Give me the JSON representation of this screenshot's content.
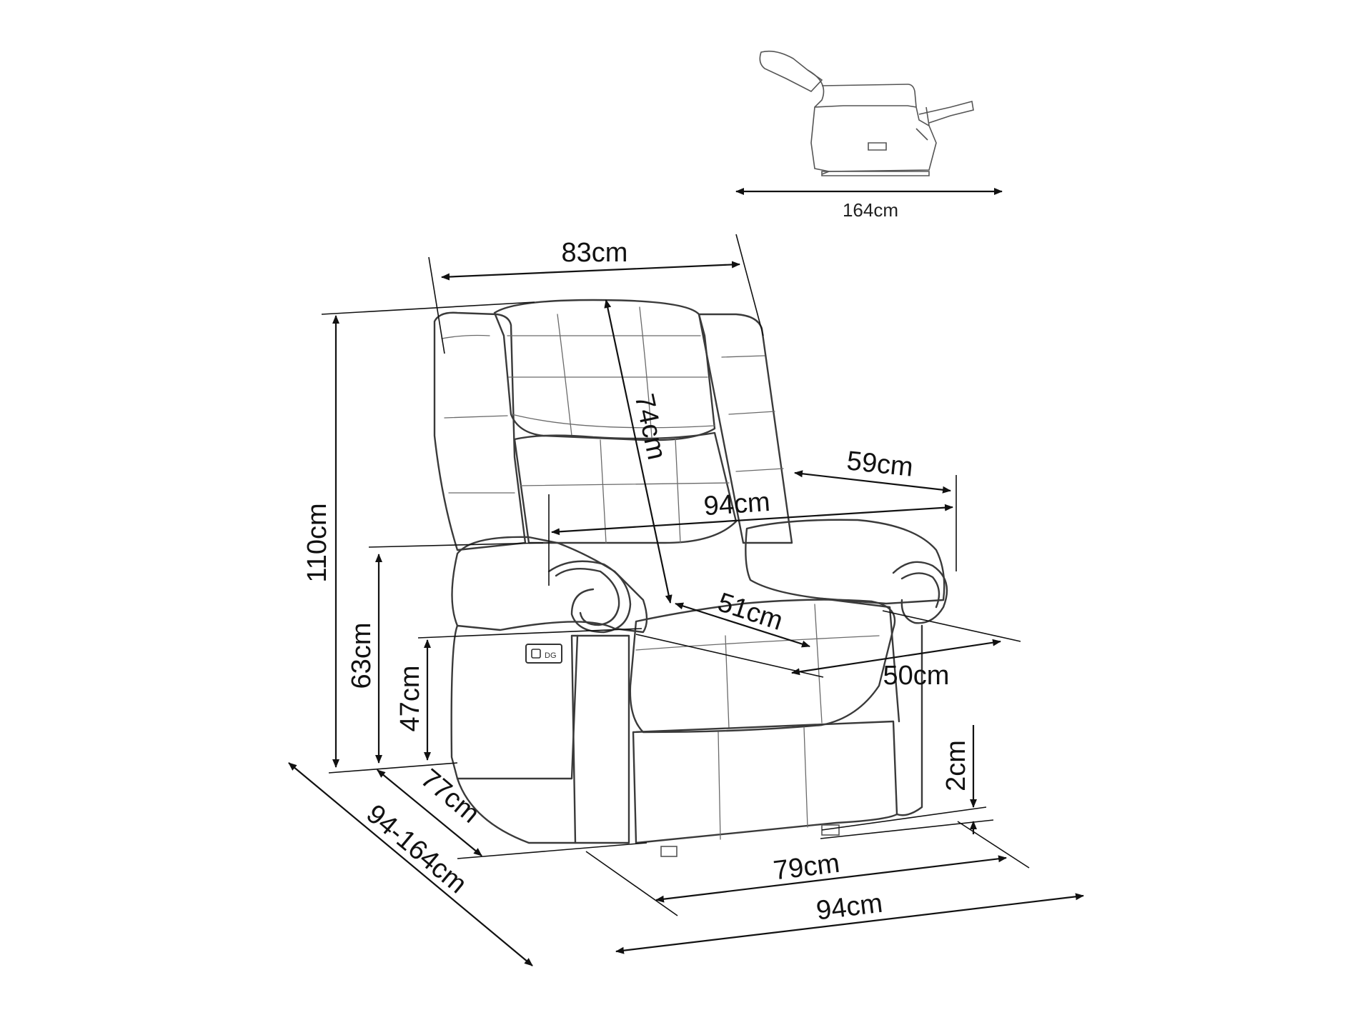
{
  "dimensions": {
    "recline_length": "164cm",
    "back_width": "83cm",
    "total_height": "110cm",
    "backrest_height": "74cm",
    "armrest_depth": "59cm",
    "inner_width": "94cm",
    "armrest_height": "63cm",
    "seat_depth": "51cm",
    "seat_height": "47cm",
    "seat_width": "50cm",
    "leg_height": "2cm",
    "depth": "77cm",
    "depth_range": "94-164cm",
    "base_width": "79cm",
    "total_width": "94cm"
  },
  "icons": {
    "control_panel": "recline-control-icon"
  }
}
